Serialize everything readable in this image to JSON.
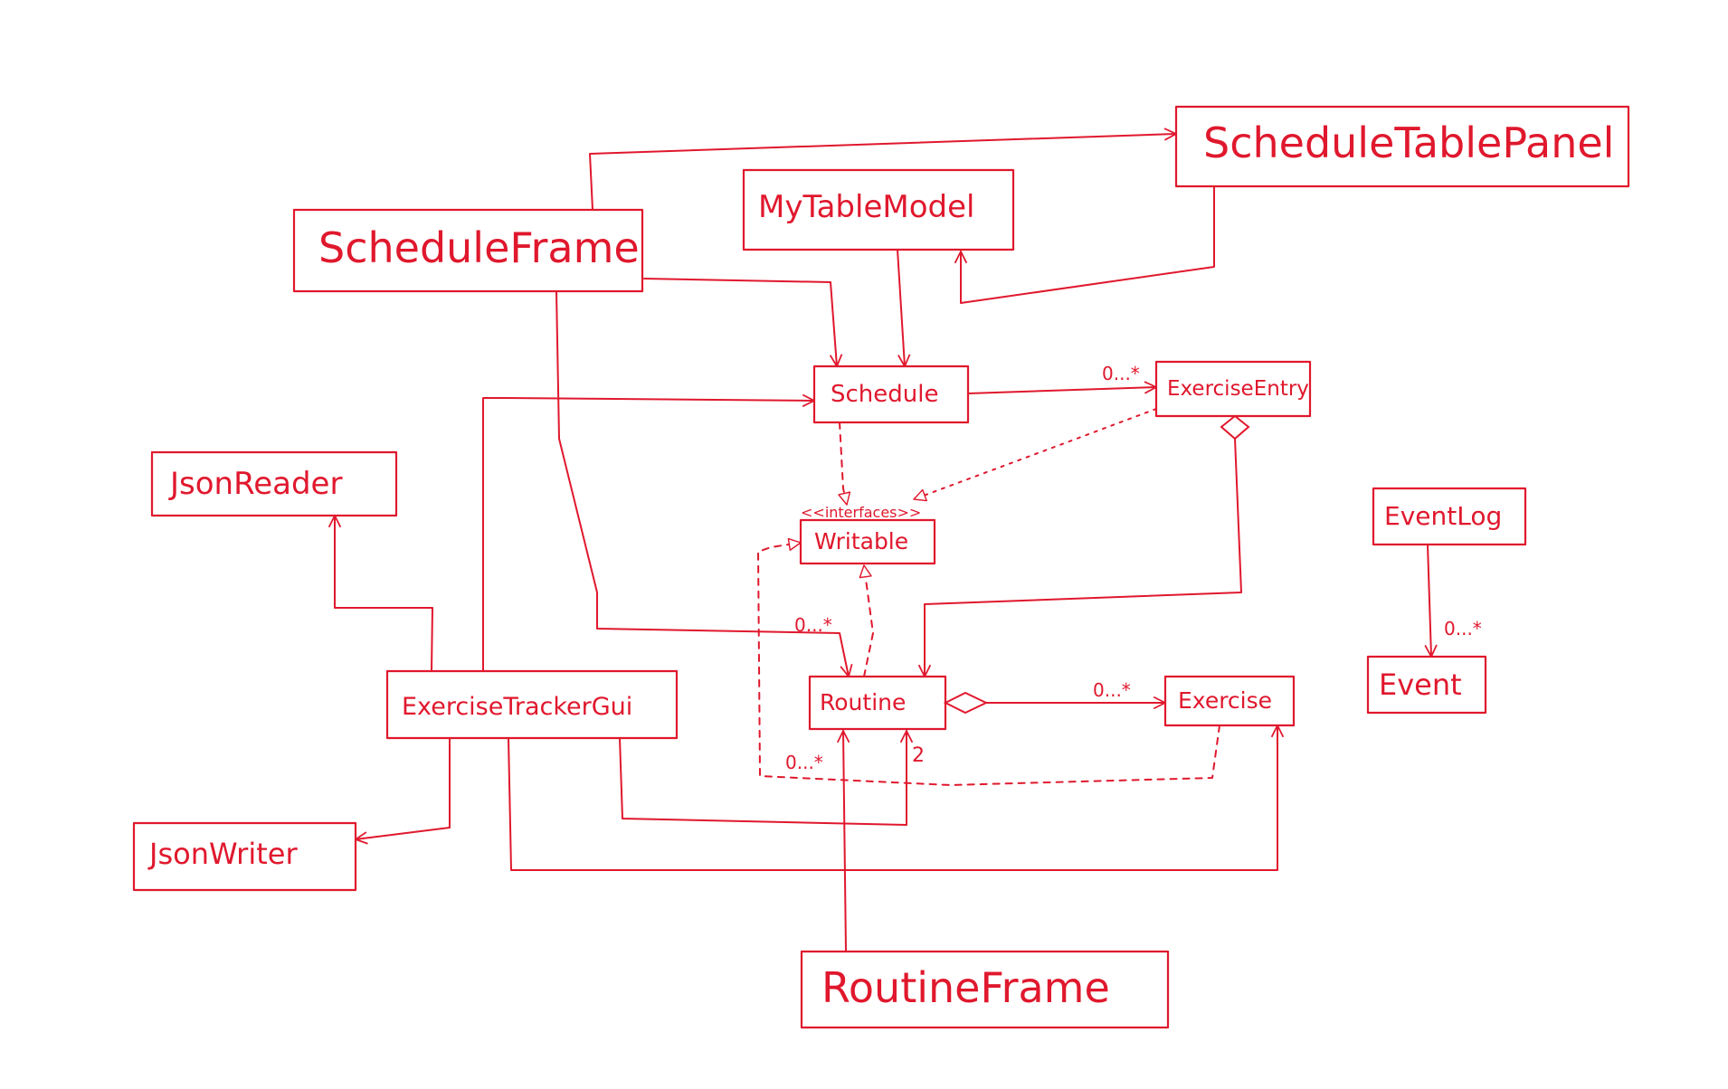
{
  "colors": {
    "ink": "#e0182d",
    "background": "#ffffff"
  },
  "classes": {
    "schedule_frame": "ScheduleFrame",
    "my_table_model": "MyTableModel",
    "schedule_table_panel": "ScheduleTablePanel",
    "schedule": "Schedule",
    "exercise_entry": "ExerciseEntry",
    "writable_stereotype": "<<interfaces>>",
    "writable": "Writable",
    "json_reader": "JsonReader",
    "json_writer": "JsonWriter",
    "exercise_tracker_gui": "ExerciseTrackerGui",
    "routine": "Routine",
    "exercise": "Exercise",
    "event_log": "EventLog",
    "event": "Event",
    "routine_frame": "RoutineFrame"
  },
  "multiplicities": {
    "schedule_to_entry": "0...*",
    "frame_to_routine": "0...*",
    "routine_to_exercise": "0...*",
    "routineframe_to_routine": "0...*",
    "gui_to_routine": "2",
    "eventlog_to_event": "0...*"
  }
}
